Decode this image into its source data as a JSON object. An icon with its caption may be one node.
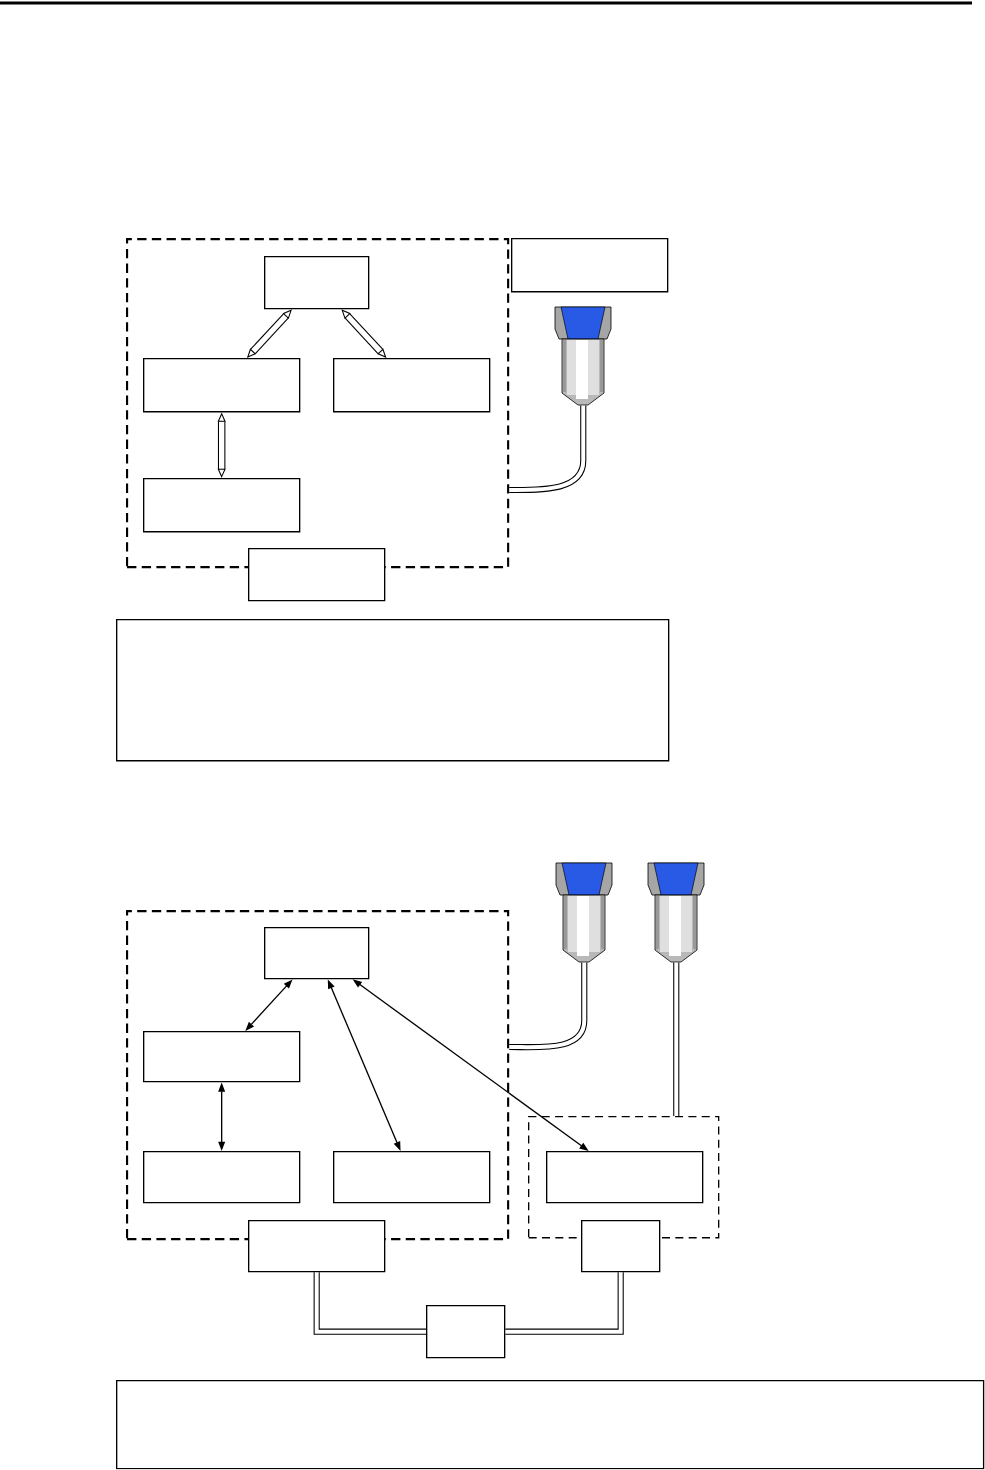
{
  "diagram": {
    "nodes": [
      {
        "text": [],
        "shape": "box"
      },
      {
        "text": [],
        "shape": "box",
        "in": 0
      },
      {
        "text": [],
        "shape": "box",
        "in": 0
      },
      {
        "text": [],
        "shape": "box",
        "in": 0
      },
      {
        "text": [],
        "shape": "box",
        "in": 0
      },
      {
        "text": [],
        "shape": "box"
      },
      {
        "text": [],
        "shape": "box"
      },
      {
        "text": [],
        "shape": "picture"
      },
      {
        "text": [],
        "shape": "box"
      },
      {
        "text": [],
        "shape": "box"
      },
      {
        "text": [],
        "shape": "box",
        "in": 9
      },
      {
        "text": [],
        "shape": "box",
        "in": 9
      },
      {
        "text": [],
        "shape": "box",
        "in": 9
      },
      {
        "text": [],
        "shape": "box",
        "in": 9
      },
      {
        "text": [],
        "shape": "picture"
      },
      {
        "text": [],
        "shape": "picture"
      },
      {
        "text": [],
        "shape": "box"
      },
      {
        "text": [],
        "shape": "box",
        "in": 16
      },
      {
        "text": [],
        "shape": "box"
      },
      {
        "text": [],
        "shape": "box"
      },
      {
        "text": [],
        "shape": "box"
      },
      {
        "text": [],
        "shape": "box"
      }
    ],
    "edges": [
      {
        "from": 1,
        "to": 2,
        "arrow": "both"
      },
      {
        "from": 1,
        "to": 3,
        "arrow": "both"
      },
      {
        "from": 2,
        "to": 4,
        "arrow": "both"
      },
      {
        "from": 7,
        "to": 0,
        "arrow": "none"
      },
      {
        "from": 10,
        "to": 11,
        "arrow": "both"
      },
      {
        "from": 11,
        "to": 12,
        "arrow": "both"
      },
      {
        "from": 10,
        "to": 13,
        "arrow": "both"
      },
      {
        "from": 10,
        "to": 17,
        "arrow": "both"
      },
      {
        "from": 14,
        "to": 9,
        "arrow": "none"
      },
      {
        "from": 15,
        "to": 16,
        "arrow": "none"
      },
      {
        "from": 18,
        "to": 20,
        "arrow": "none"
      },
      {
        "from": 19,
        "to": 20,
        "arrow": "none"
      }
    ]
  }
}
